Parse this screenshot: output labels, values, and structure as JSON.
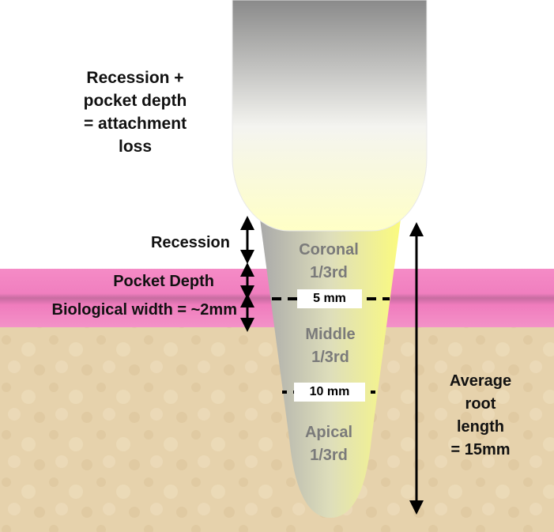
{
  "caption_attachment": [
    "Recession +",
    "pocket depth",
    "= attachment",
    "loss"
  ],
  "labels": {
    "recession": "Recession",
    "pocket_depth": "Pocket Depth",
    "biological_width": "Biological width = ~2mm"
  },
  "root_zones": {
    "coronal": [
      "Coronal",
      "1/3rd"
    ],
    "middle": [
      "Middle",
      "1/3rd"
    ],
    "apical": [
      "Apical",
      "1/3rd"
    ]
  },
  "measurements": {
    "five": "5 mm",
    "ten": "10 mm"
  },
  "root_length": [
    "Average",
    "root",
    "length",
    "= 15mm"
  ],
  "colors": {
    "gum_pink": "#f286c4",
    "gum_dark": "#c56a9f",
    "bone": "#e7d3ad",
    "crown_top": "#888888",
    "crown_bottom": "#ffffcc",
    "root": "#e9e9a0",
    "text": "#111111",
    "zone_text": "#7a7a7a"
  }
}
